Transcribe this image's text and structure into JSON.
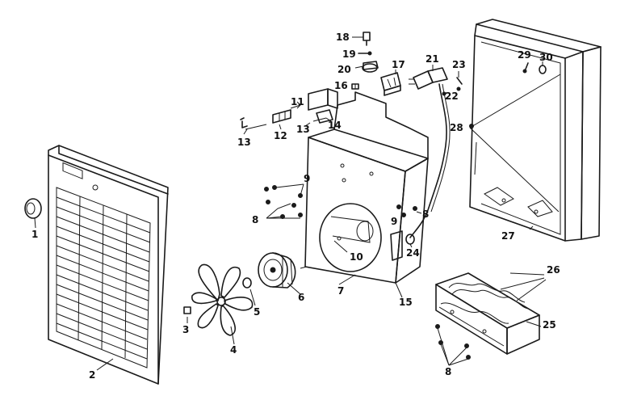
{
  "diagram": {
    "callouts": {
      "c1": "1",
      "c2": "2",
      "c3": "3",
      "c4": "4",
      "c5": "5",
      "c6": "6",
      "c7": "7",
      "c8a": "8",
      "c8b": "8",
      "c8c": "8",
      "c9a": "9",
      "c9b": "9",
      "c10": "10",
      "c11": "11",
      "c12": "12",
      "c13a": "13",
      "c13b": "13",
      "c14": "14",
      "c15": "15",
      "c16": "16",
      "c17": "17",
      "c18": "18",
      "c19": "19",
      "c20": "20",
      "c21": "21",
      "c22": "22",
      "c23": "23",
      "c24": "24",
      "c25": "25",
      "c26": "26",
      "c27": "27",
      "c28": "28",
      "c29": "29",
      "c30": "30"
    }
  }
}
